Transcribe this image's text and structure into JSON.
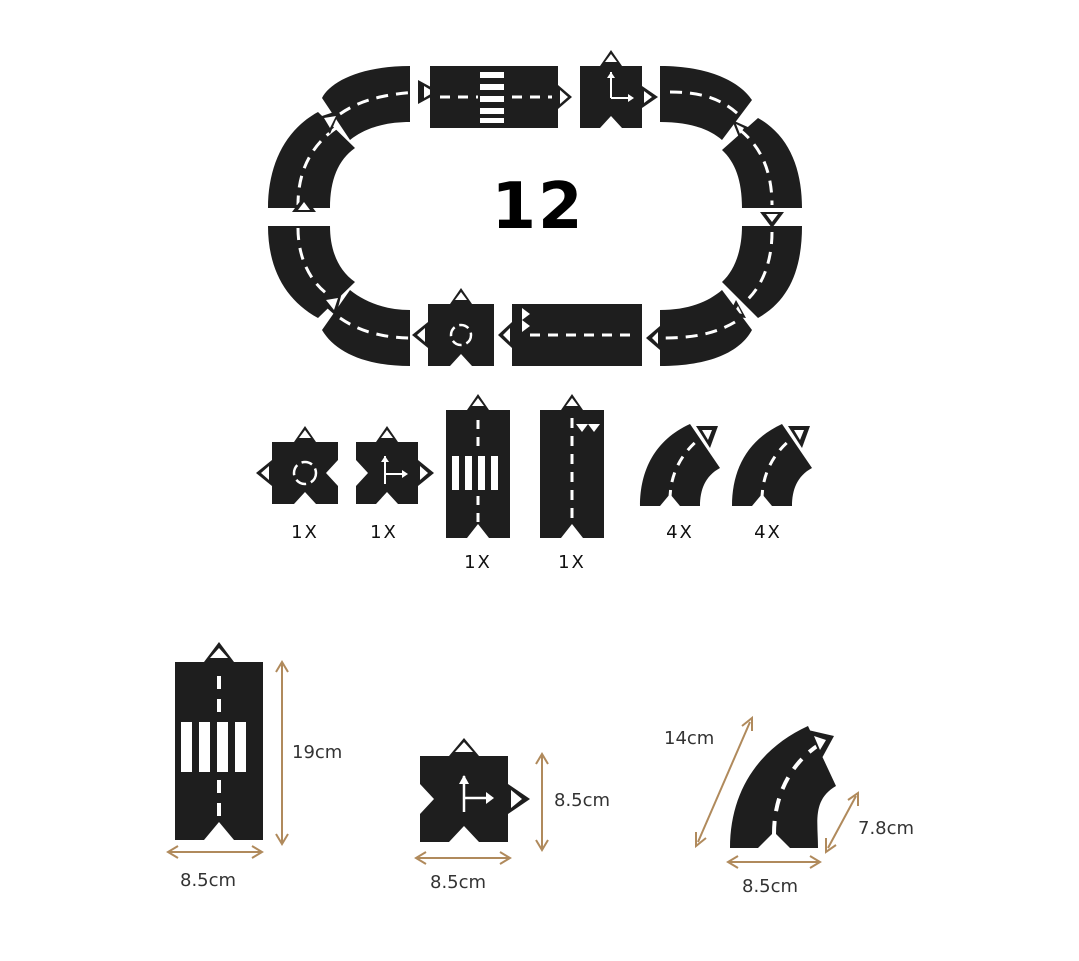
{
  "center_count": "12",
  "colors": {
    "tile": "#1e1e1e",
    "line": "#ffffff",
    "dimension": "#b08a5c",
    "text": "#111111"
  },
  "pieces": [
    {
      "name": "roundabout",
      "quantity": "1X"
    },
    {
      "name": "t-junction",
      "quantity": "1X"
    },
    {
      "name": "crosswalk-straight",
      "quantity": "1X"
    },
    {
      "name": "start-straight",
      "quantity": "1X"
    },
    {
      "name": "curve-left",
      "quantity": "4X"
    },
    {
      "name": "curve-right",
      "quantity": "4X"
    }
  ],
  "dimensions": {
    "straight": {
      "height": "19cm",
      "width": "8.5cm"
    },
    "square": {
      "height": "8.5cm",
      "width": "8.5cm"
    },
    "curve": {
      "outer": "14cm",
      "inner": "7.8cm",
      "width": "8.5cm"
    }
  }
}
